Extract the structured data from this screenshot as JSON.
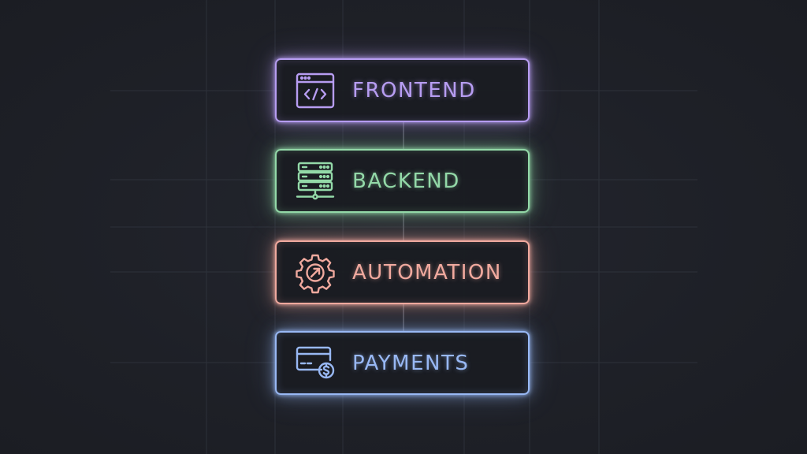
{
  "stack": [
    {
      "label": "FRONTEND",
      "icon": "code-window-icon",
      "color": "#b79df2"
    },
    {
      "label": "BACKEND",
      "icon": "server-icon",
      "color": "#93d9a8"
    },
    {
      "label": "AUTOMATION",
      "icon": "gear-arrow-icon",
      "color": "#f0a99e"
    },
    {
      "label": "PAYMENTS",
      "icon": "card-dollar-icon",
      "color": "#98b8f4"
    }
  ]
}
